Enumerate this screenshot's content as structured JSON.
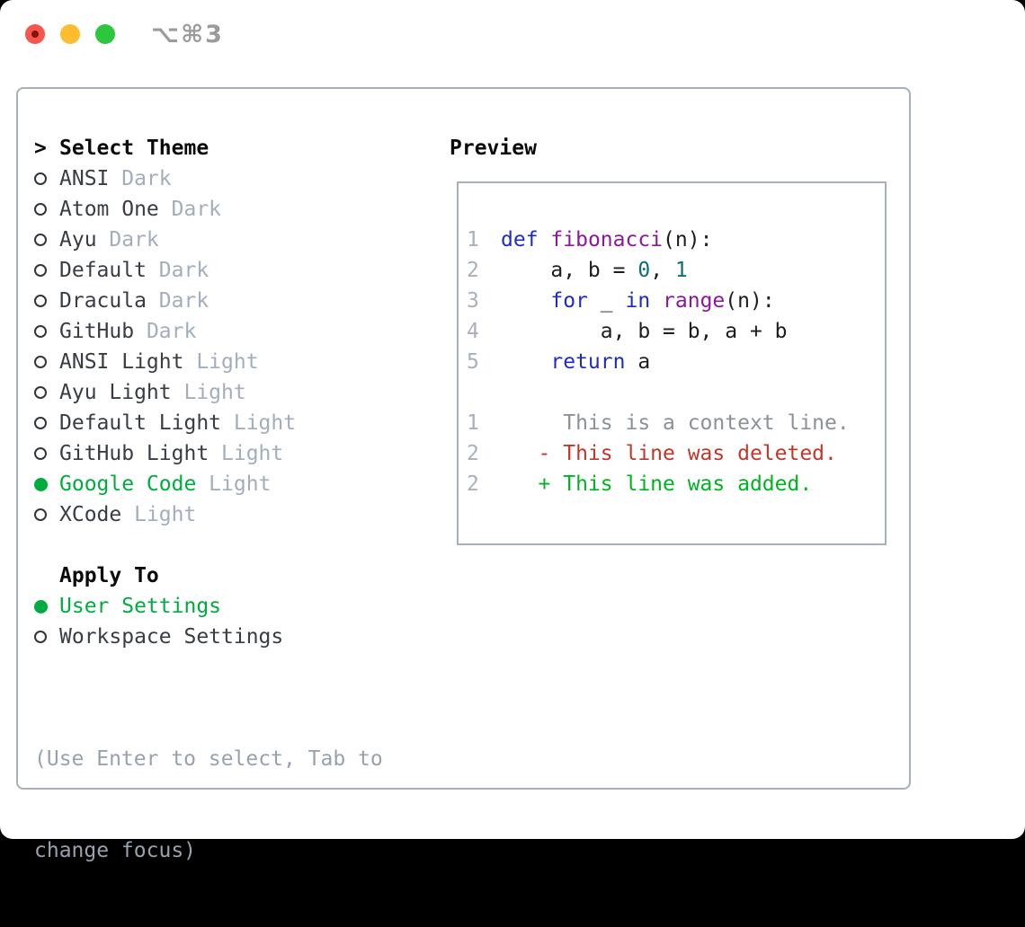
{
  "window": {
    "title": "⌥⌘3"
  },
  "titlebar": {
    "buttons": [
      {
        "name": "close",
        "has_dot": true
      },
      {
        "name": "minimize",
        "has_dot": false
      },
      {
        "name": "zoom",
        "has_dot": false
      }
    ]
  },
  "theme_picker": {
    "header": {
      "marker": ">",
      "label": "Select Theme"
    },
    "themes": [
      {
        "name": "ANSI",
        "variant": "Dark",
        "selected": false
      },
      {
        "name": "Atom One",
        "variant": "Dark",
        "selected": false
      },
      {
        "name": "Ayu",
        "variant": "Dark",
        "selected": false
      },
      {
        "name": "Default",
        "variant": "Dark",
        "selected": false
      },
      {
        "name": "Dracula",
        "variant": "Dark",
        "selected": false
      },
      {
        "name": "GitHub",
        "variant": "Dark",
        "selected": false
      },
      {
        "name": "ANSI Light",
        "variant": "Light",
        "selected": false
      },
      {
        "name": "Ayu Light",
        "variant": "Light",
        "selected": false
      },
      {
        "name": "Default Light",
        "variant": "Light",
        "selected": false
      },
      {
        "name": "GitHub Light",
        "variant": "Light",
        "selected": false
      },
      {
        "name": "Google Code",
        "variant": "Light",
        "selected": true
      },
      {
        "name": "XCode",
        "variant": "Light",
        "selected": false
      }
    ],
    "apply_to": {
      "label": "Apply To",
      "options": [
        {
          "label": "User Settings",
          "selected": true
        },
        {
          "label": "Workspace Settings",
          "selected": false
        }
      ]
    },
    "hint_lines": [
      "(Use Enter to select, Tab to",
      "change focus)"
    ]
  },
  "preview": {
    "label": "Preview",
    "code_lines": [
      {
        "ln": "1",
        "segments": [
          {
            "text": "def",
            "style": "keyword"
          },
          {
            "text": " ",
            "style": "plain"
          },
          {
            "text": "fibonacci",
            "style": "function"
          },
          {
            "text": "(n):",
            "style": "plain"
          }
        ]
      },
      {
        "ln": "2",
        "segments": [
          {
            "text": "    a, b = ",
            "style": "plain"
          },
          {
            "text": "0",
            "style": "number"
          },
          {
            "text": ", ",
            "style": "plain"
          },
          {
            "text": "1",
            "style": "number"
          }
        ]
      },
      {
        "ln": "3",
        "segments": [
          {
            "text": "    ",
            "style": "plain"
          },
          {
            "text": "for",
            "style": "keyword"
          },
          {
            "text": " _ ",
            "style": "plain"
          },
          {
            "text": "in",
            "style": "keyword"
          },
          {
            "text": " ",
            "style": "plain"
          },
          {
            "text": "range",
            "style": "function"
          },
          {
            "text": "(n):",
            "style": "plain"
          }
        ]
      },
      {
        "ln": "4",
        "segments": [
          {
            "text": "        a, b = b, a + b",
            "style": "plain"
          }
        ]
      },
      {
        "ln": "5",
        "segments": [
          {
            "text": "    ",
            "style": "plain"
          },
          {
            "text": "return",
            "style": "keyword"
          },
          {
            "text": " a",
            "style": "plain"
          }
        ]
      }
    ],
    "diff_lines": [
      {
        "ln": "1",
        "marker": " ",
        "text": "This is a context line.",
        "type": "context"
      },
      {
        "ln": "2",
        "marker": "-",
        "text": "This line was deleted.",
        "type": "deleted"
      },
      {
        "ln": "2",
        "marker": "+",
        "text": "This line was added.",
        "type": "added"
      }
    ]
  },
  "colors": {
    "accent_green": "#00ac3f",
    "diff_added": "#00b321",
    "diff_deleted": "#c2372a",
    "diff_context": "#8b9199",
    "syntax_keyword": "#202cbd",
    "syntax_function": "#8b189c",
    "syntax_number": "#0e6e6e",
    "muted": "#a3aebc",
    "line_number": "#a7b0bd",
    "hint": "#98a2af",
    "border": "#a7afba",
    "text": "#383d44",
    "traffic_red": "#f6564d",
    "traffic_yellow": "#fdbd2e",
    "traffic_green": "#2bc73c",
    "traffic_dot": "#7e1511"
  }
}
